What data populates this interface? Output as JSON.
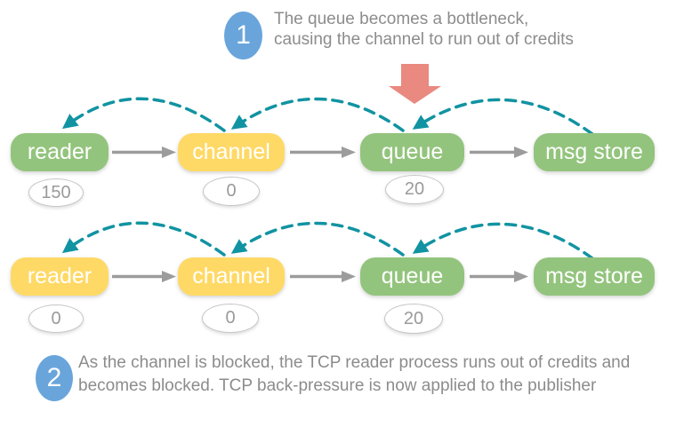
{
  "colors": {
    "node_green": "#93C47D",
    "node_yellow": "#FFD966",
    "backpressure_teal": "#1193A2",
    "flow_arrow_gray": "#9C9C9C",
    "annotation_blue": "#69A5DB",
    "bottleneck_red": "#E9897F",
    "text_gray": "#8C8C8C",
    "counter_border": "#C6C6C6"
  },
  "annotations": {
    "step1": {
      "number": "1",
      "text": "The queue becomes a bottleneck, causing the channel to run out of credits"
    },
    "step2": {
      "number": "2",
      "text": "As the channel is blocked, the TCP reader process runs out of credits and becomes blocked. TCP back-pressure is now applied to the publisher"
    }
  },
  "rows": [
    {
      "name": "stage-1",
      "nodes": [
        {
          "label": "reader",
          "color": "#93C47D",
          "credits": "150"
        },
        {
          "label": "channel",
          "color": "#FFD966",
          "credits": "0"
        },
        {
          "label": "queue",
          "color": "#93C47D",
          "credits": "20"
        },
        {
          "label": "msg store",
          "color": "#93C47D"
        }
      ]
    },
    {
      "name": "stage-2",
      "nodes": [
        {
          "label": "reader",
          "color": "#FFD966",
          "credits": "0"
        },
        {
          "label": "channel",
          "color": "#FFD966",
          "credits": "0"
        },
        {
          "label": "queue",
          "color": "#93C47D",
          "credits": "20"
        },
        {
          "label": "msg store",
          "color": "#93C47D"
        }
      ]
    }
  ]
}
